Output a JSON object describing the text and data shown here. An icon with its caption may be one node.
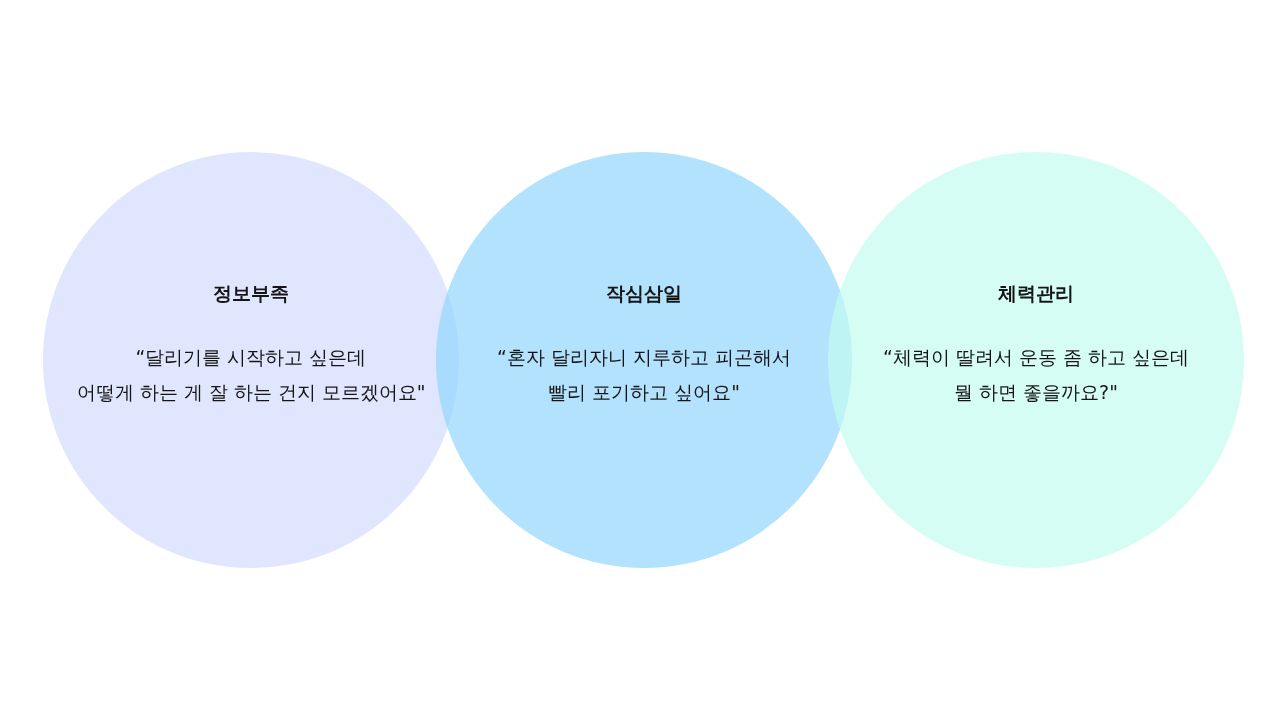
{
  "diagram": {
    "nodes": [
      {
        "text": [
          "정보부족",
          "“달리기를 시작하고 싶은데 어떻게 하는 게 잘 하는 건지 모르겠어요\""
        ]
      },
      {
        "text": [
          "작심삼일",
          "“혼자 달리자니 지루하고 피곤해서 빨리 포기하고 싶어요\""
        ]
      },
      {
        "text": [
          "체력관리",
          "“체력이 딸려서 운동 좀 하고 싶은데 뭘 하면 좋을까요?\""
        ]
      }
    ]
  }
}
